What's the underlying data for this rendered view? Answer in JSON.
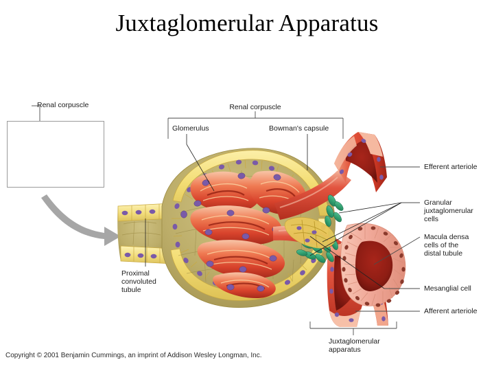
{
  "slide": {
    "title": "Juxtaglomerular Apparatus",
    "copyright": "Copyright © 2001 Benjamin Cummings, an imprint of Addison Wesley Longman, Inc."
  },
  "figure": {
    "name": "juxtaglomerular-apparatus-diagram",
    "inset": {
      "label": "Renal corpuscle"
    },
    "labels": {
      "renal_corpuscle": "Renal corpuscle",
      "glomerulus": "Glomerulus",
      "bowmans_capsule": "Bowman's capsule",
      "efferent_arteriole": "Efferent arteriole",
      "granular_jg_cells_line1": "Granular",
      "granular_jg_cells_line2": "juxtaglomerular",
      "granular_jg_cells_line3": "cells",
      "macula_densa_line1": "Macula densa",
      "macula_densa_line2": "cells of the",
      "macula_densa_line3": "distal tubule",
      "mesangial_cell": "Mesanglial cell",
      "afferent_arteriole": "Afferent arteriole",
      "proximal_tubule_line1": "Proximal",
      "proximal_tubule_line2": "convoluted",
      "proximal_tubule_line3": "tubule",
      "jg_apparatus_line1": "Juxtaglomerular",
      "jg_apparatus_line2": "apparatus"
    },
    "colors": {
      "capsule_outer_cell": "#f2dd7a",
      "capsule_inner": "#b9b06a",
      "nucleus": "#7a5aa8",
      "capillary_red": "#e8533a",
      "capillary_light": "#f5a48a",
      "arteriole_red": "#e2543f",
      "arteriole_dark": "#b0251d",
      "granular_cell_green": "#2f9e6e",
      "macula_densa_pink": "#f0a898",
      "inset_sphere_yellow": "#f5e04a",
      "inset_vessel_red": "#c8102e",
      "arrow_gray": "#a6a6a6",
      "leader_line": "#4a4a4a",
      "text": "#1b1b1b"
    }
  }
}
